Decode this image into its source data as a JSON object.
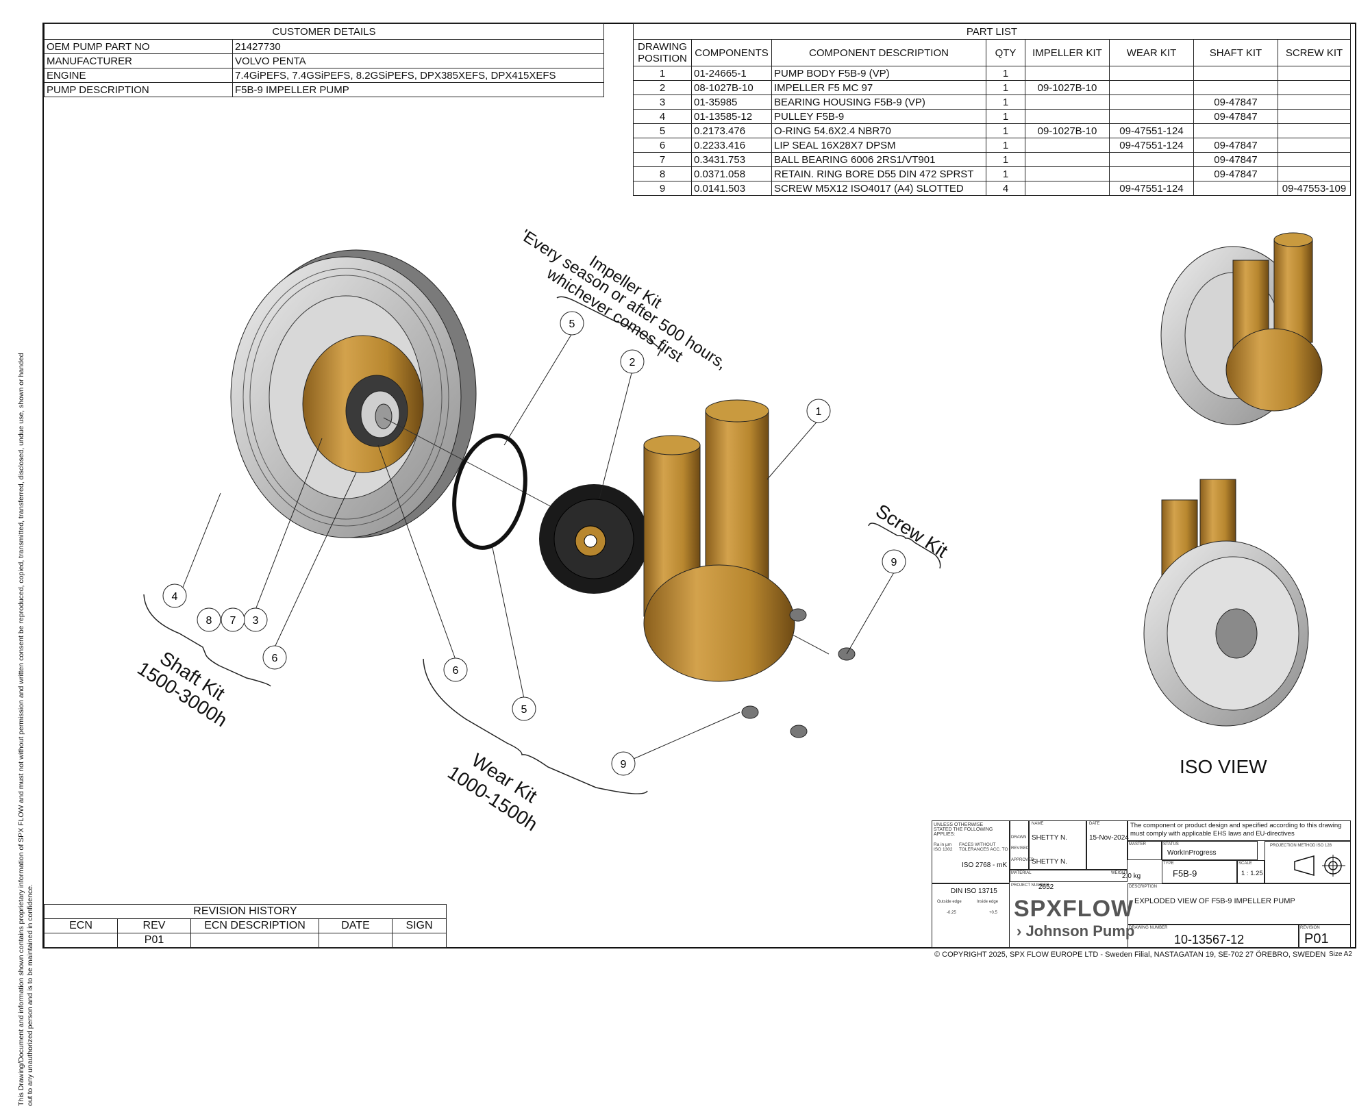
{
  "customer": {
    "title": "CUSTOMER DETAILS",
    "rows": [
      {
        "label": "OEM PUMP PART NO",
        "value": "21427730"
      },
      {
        "label": "MANUFACTURER",
        "value": "VOLVO PENTA"
      },
      {
        "label": "ENGINE",
        "value": "7.4GiPEFS, 7.4GSiPEFS, 8.2GSiPEFS, DPX385XEFS, DPX415XEFS"
      },
      {
        "label": "PUMP DESCRIPTION",
        "value": "F5B-9 IMPELLER PUMP"
      }
    ]
  },
  "part_list": {
    "title": "PART LIST",
    "headers": [
      "DRAWING POSITION",
      "COMPONENTS",
      "COMPONENT DESCRIPTION",
      "QTY",
      "IMPELLER KIT",
      "WEAR KIT",
      "SHAFT KIT",
      "SCREW KIT"
    ],
    "rows": [
      [
        "1",
        "01-24665-1",
        "PUMP BODY F5B-9 (VP)",
        "1",
        "",
        "",
        "",
        ""
      ],
      [
        "2",
        "08-1027B-10",
        "IMPELLER F5 MC 97",
        "1",
        "09-1027B-10",
        "",
        "",
        ""
      ],
      [
        "3",
        "01-35985",
        "BEARING HOUSING F5B-9 (VP)",
        "1",
        "",
        "",
        "09-47847",
        ""
      ],
      [
        "4",
        "01-13585-12",
        "PULLEY F5B-9",
        "1",
        "",
        "",
        "09-47847",
        ""
      ],
      [
        "5",
        "0.2173.476",
        "O-RING 54.6X2.4 NBR70",
        "1",
        "09-1027B-10",
        "09-47551-124",
        "",
        ""
      ],
      [
        "6",
        "0.2233.416",
        "LIP SEAL 16X28X7 DPSM",
        "1",
        "",
        "09-47551-124",
        "09-47847",
        ""
      ],
      [
        "7",
        "0.3431.753",
        "BALL BEARING 6006 2RS1/VT901",
        "1",
        "",
        "",
        "09-47847",
        ""
      ],
      [
        "8",
        "0.0371.058",
        "RETAIN. RING BORE D55 DIN 472 SPRST",
        "1",
        "",
        "",
        "09-47847",
        ""
      ],
      [
        "9",
        "0.0141.503",
        "SCREW M5X12 ISO4017 (A4) SLOTTED",
        "4",
        "",
        "09-47551-124",
        "",
        "09-47553-109"
      ]
    ]
  },
  "drawing": {
    "impeller_kit_line1": "Impeller Kit",
    "impeller_kit_line2": "'Every season or after 500 hours,",
    "impeller_kit_line3": "whichever comes first",
    "screw_kit": "Screw Kit",
    "shaft_kit_line1": "Shaft Kit",
    "shaft_kit_line2": "1500-3000h",
    "wear_kit_line1": "Wear Kit",
    "wear_kit_line2": "1000-1500h",
    "iso_view": "ISO VIEW",
    "balloons": [
      "1",
      "2",
      "3",
      "4",
      "5",
      "5",
      "6",
      "6",
      "7",
      "8",
      "9",
      "9"
    ]
  },
  "revision": {
    "title": "REVISION HISTORY",
    "headers": [
      "ECN",
      "REV",
      "ECN DESCRIPTION",
      "DATE",
      "SIGN"
    ],
    "rev_value": "P01"
  },
  "side_note": "This Drawing/Document and information shown contains proprietary information of SPX FLOW and must not without permission and written consent be reproduced, copied, transmitted, transferred, disclosed, undue use, shown or handed out to any unauthorized person and is to be maintained in confidence.",
  "title_block": {
    "unless": "UNLESS OTHERWISE STATED THE FOLLOWING APPLIES:",
    "ra": "Ra in µm ISO 1302",
    "faces": "FACES WITHOUT TOLERANCES ACC. TO",
    "iso2768": "ISO 2768 - mK",
    "din": "DIN ISO 13715",
    "outside_edge": "Outside edge",
    "inside_edge": "Inside edge",
    "outside_val": "-0.25",
    "inside_val": "+0.5",
    "name_label": "NAME",
    "date_label": "DATE",
    "drawn_label": "DRAWN",
    "drawn_name": "SHETTY N.",
    "drawn_date": "15-Nov-2024",
    "revised_label": "REVISED",
    "approved_label": "APPROVED",
    "approved_name": "SHETTY N.",
    "material_label": "MATERIAL",
    "weight_label": "WEIGHT",
    "weight": "2.0 kg",
    "project_label": "PROJECT NUMBER",
    "project": "2652",
    "compliance": "The component or product design and specified according to this drawing must comply with applicable EHS laws and EU-directives",
    "master_label": "MASTER",
    "status_label": "STATUS",
    "status": "WorkInProgress",
    "type_label": "TYPE",
    "type": "F5B-9",
    "scale_label": "SCALE",
    "scale": "1 : 1.25",
    "projection_label": "PROJECTION METHOD ISO 128",
    "description_label": "DESCRIPTION",
    "description": "EXPLODED VIEW OF F5B-9 IMPELLER PUMP",
    "logo_main": "SPXFLOW",
    "logo_sub": "› Johnson Pump",
    "drawing_number_label": "DRAWING NUMBER",
    "drawing_number": "10-13567-12",
    "revision_label": "REVISION",
    "revision": "P01"
  },
  "copyright": "© COPYRIGHT 2025, SPX FLOW EUROPE LTD - Sweden Filial, NASTAGATAN 19, SE-702 27 ÖREBRO, SWEDEN",
  "sheet_size": "Size  A2",
  "colors": {
    "bronze": "#b8872f",
    "steel": "#bfbfbf",
    "rubber": "#1a1a1a"
  }
}
